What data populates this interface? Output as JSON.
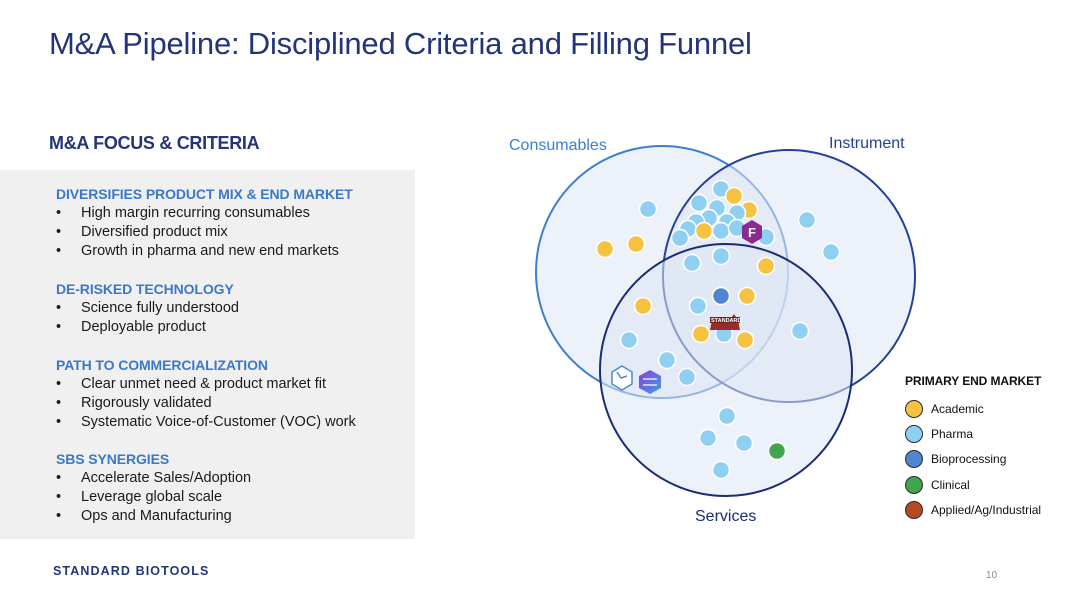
{
  "title": "M&A Pipeline: Disciplined Criteria and Filling Funnel",
  "criteria": {
    "heading": "M&A FOCUS & CRITERIA",
    "sections": [
      {
        "title": "DIVERSIFIES PRODUCT MIX & END MARKET",
        "bullets": [
          "High margin recurring consumables",
          "Diversified product mix",
          "Growth in pharma and new end markets"
        ]
      },
      {
        "title": "DE-RISKED TECHNOLOGY",
        "bullets": [
          "Science fully understood",
          "Deployable product"
        ]
      },
      {
        "title": "PATH TO COMMERCIALIZATION",
        "bullets": [
          "Clear unmet need & product market fit",
          "Rigorously validated",
          "Systematic Voice-of-Customer (VOC) work"
        ]
      },
      {
        "title": "SBS SYNERGIES",
        "bullets": [
          "Accelerate Sales/Adoption",
          "Leverage global scale",
          "Ops and Manufacturing"
        ]
      }
    ]
  },
  "venn": {
    "labels": {
      "consumables": "Consumables",
      "instrument": "Instrument",
      "services": "Services"
    },
    "center_logo_text": "STANDARD",
    "colors": {
      "consumables_stroke": "#3c7fd0",
      "instrument_stroke": "#24409a",
      "services_stroke": "#1a2b78",
      "fill": "#dfe5f4"
    }
  },
  "legend": {
    "title": "PRIMARY END MARKET",
    "items": [
      {
        "label": "Academic",
        "color": "#f5c242"
      },
      {
        "label": "Pharma",
        "color": "#8fd0f2"
      },
      {
        "label": "Bioprocessing",
        "color": "#4f86cf"
      },
      {
        "label": "Clinical",
        "color": "#3fa64f"
      },
      {
        "label": "Applied/Ag/Industrial",
        "color": "#b84a23"
      }
    ]
  },
  "footer": {
    "company": "STANDARD BIOTOOLS",
    "page": "10"
  }
}
